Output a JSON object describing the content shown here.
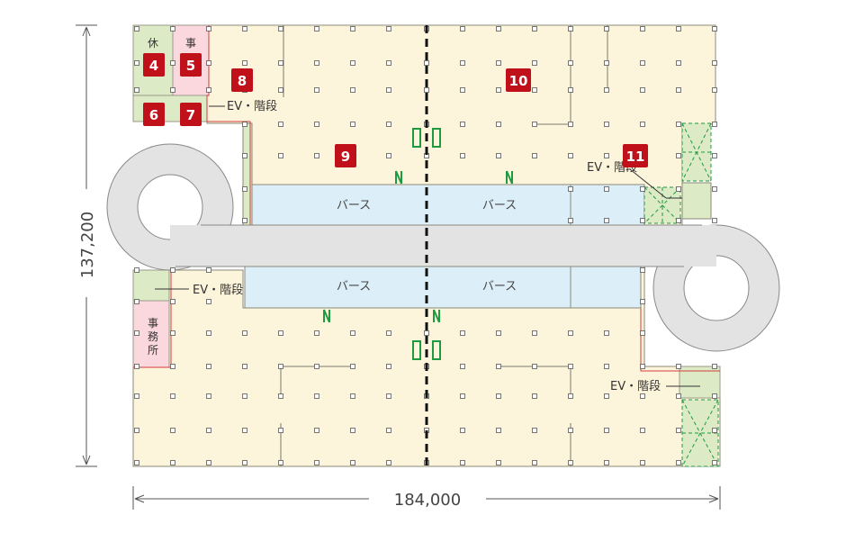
{
  "dimensions": {
    "width_label": "184,000",
    "height_label": "137,200"
  },
  "rooms": {
    "rest_label": "休\n室",
    "office_top_label": "事\n所",
    "office_bottom_label": "事\n務\n所",
    "ev_stairs_label": "EV・階段",
    "berth_label": "バース"
  },
  "markers": [
    "4",
    "5",
    "6",
    "7",
    "8",
    "9",
    "10",
    "11"
  ],
  "colors": {
    "floor": "#fdf4dc",
    "rest": "#dcebc6",
    "office": "#fbd7de",
    "berth": "#dceef8",
    "ramp": "#e3e3e3",
    "marker": "#c0101a",
    "green_line": "#1e9a40",
    "red_line": "#d23c3c"
  }
}
